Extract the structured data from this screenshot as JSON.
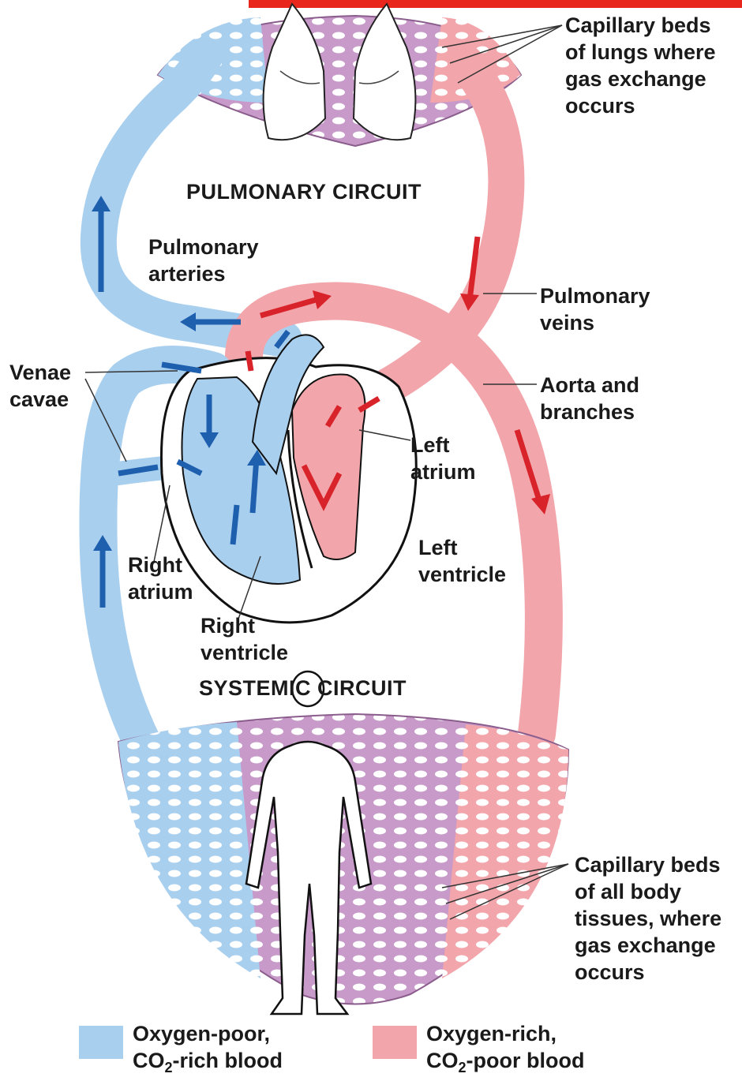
{
  "colors": {
    "oxygen_poor": "#a9cfef",
    "oxygen_rich": "#f2a5aa",
    "capillary_mix": "#c79ac9",
    "blue_arrow": "#1e5fae",
    "red_arrow": "#d8232a",
    "top_banner": "#e8261c"
  },
  "titles": {
    "pulmonary": "PULMONARY CIRCUIT",
    "systemic": "SYSTEMIC CIRCUIT"
  },
  "labels": {
    "capillary_lungs": [
      "Capillary beds",
      "of lungs where",
      "gas exchange",
      "occurs"
    ],
    "pulmonary_arteries": [
      "Pulmonary",
      "arteries"
    ],
    "pulmonary_veins": [
      "Pulmonary",
      "veins"
    ],
    "venae_cavae": [
      "Venae",
      "cavae"
    ],
    "aorta": [
      "Aorta and",
      "branches"
    ],
    "left_atrium": [
      "Left",
      "atrium"
    ],
    "left_ventricle": [
      "Left",
      "ventricle"
    ],
    "right_atrium": [
      "Right",
      "atrium"
    ],
    "right_ventricle": [
      "Right",
      "ventricle"
    ],
    "capillary_body": [
      "Capillary beds",
      "of all body",
      "tissues, where",
      "gas exchange",
      "occurs"
    ]
  },
  "legend": {
    "poor": {
      "line1": "Oxygen-poor,",
      "line2_pre": "CO",
      "line2_sub": "2",
      "line2_post": "-rich blood"
    },
    "rich": {
      "line1": "Oxygen-rich,",
      "line2_pre": "CO",
      "line2_sub": "2",
      "line2_post": "-poor blood"
    }
  }
}
